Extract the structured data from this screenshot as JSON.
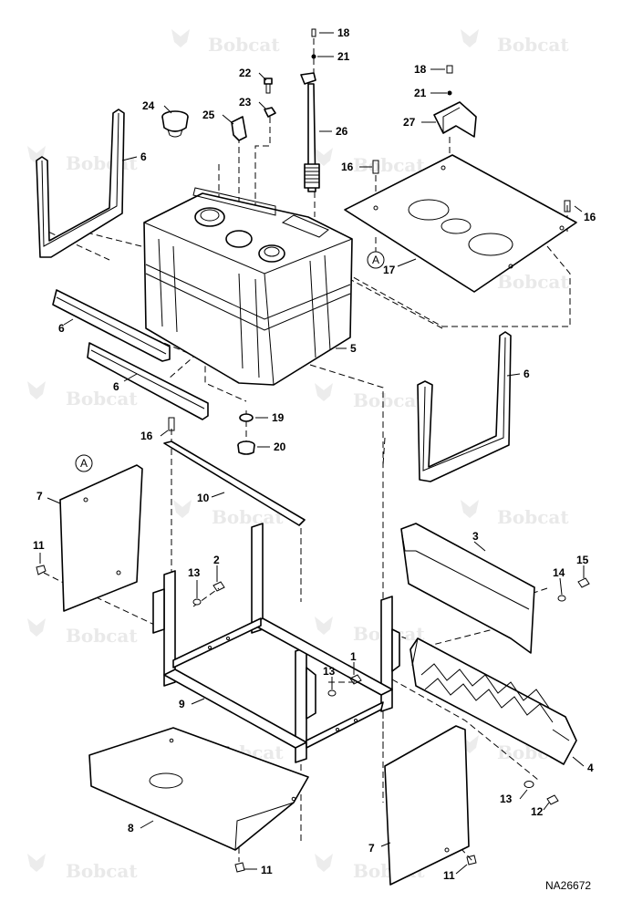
{
  "watermark": "Bobcat",
  "reference_code": "NA26672",
  "callouts": {
    "c1": "1",
    "c2": "2",
    "c3": "3",
    "c4": "4",
    "c5": "5",
    "c6a": "6",
    "c6b": "6",
    "c6c": "6",
    "c6d": "6",
    "c7a": "7",
    "c7b": "7",
    "c8": "8",
    "c9": "9",
    "c10": "10",
    "c11a": "11",
    "c11b": "11",
    "c11c": "11",
    "c12": "12",
    "c13a": "13",
    "c13b": "13",
    "c13c": "13",
    "c14": "14",
    "c15": "15",
    "c16a": "16",
    "c16b": "16",
    "c16c": "16",
    "c17": "17",
    "c18a": "18",
    "c18b": "18",
    "c19": "19",
    "c20": "20",
    "c21a": "21",
    "c21b": "21",
    "c22": "22",
    "c23": "23",
    "c24": "24",
    "c25": "25",
    "c26": "26",
    "c27": "27"
  },
  "refs": {
    "a1": "A",
    "a2": "A"
  }
}
